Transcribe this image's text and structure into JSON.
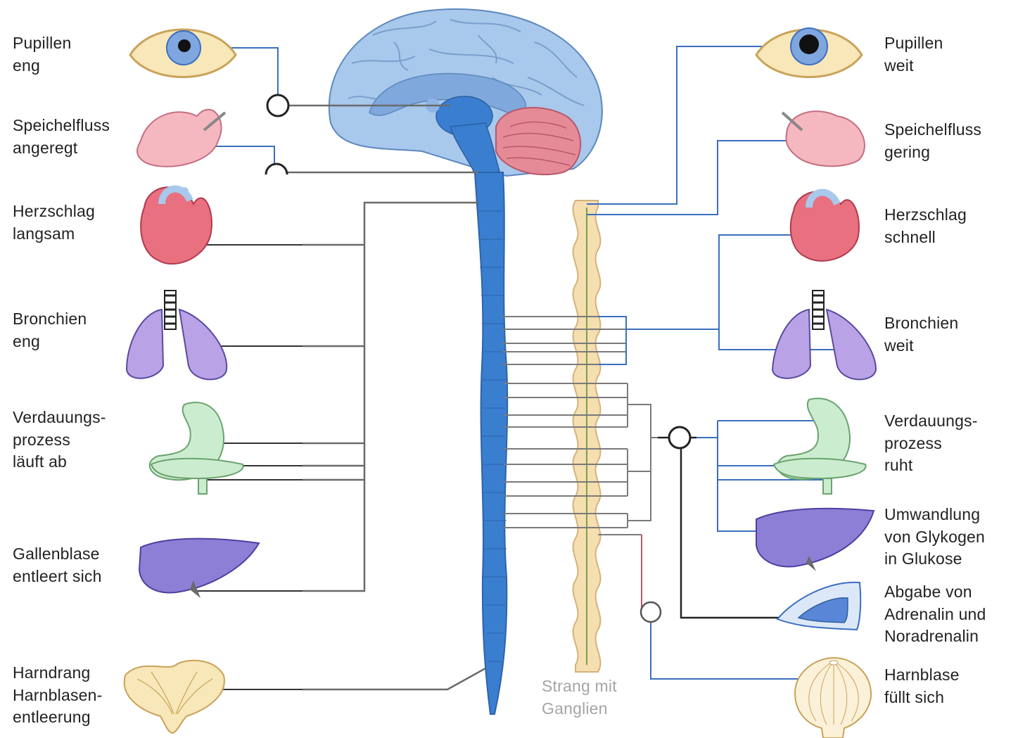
{
  "diagram": {
    "left_labels": {
      "pupillen": "Pupillen\neng",
      "speichel": "Speichelfluss\nangeregt",
      "herz": "Herzschlag\nlangsam",
      "bronchien": "Bronchien\neng",
      "verdauung": "Verdauungs-\nprozess\nläuft ab",
      "galle": "Gallenblase\nentleert sich",
      "harn": "Harndrang\nHarnblasen-\nentleerung"
    },
    "right_labels": {
      "pupillen": "Pupillen\nweit",
      "speichel": "Speichelfluss\ngering",
      "herz": "Herzschlag\nschnell",
      "bronchien": "Bronchien\nweit",
      "verdauung": "Verdauungs-\nprozess\nruht",
      "glykogen": "Umwandlung\nvon Glykogen\nin Glukose",
      "adrenalin": "Abgabe von\nAdrenalin und\nNoradrenalin",
      "harnblase": "Harnblase\nfüllt sich"
    },
    "caption": "Strang mit\nGanglien",
    "colors": {
      "parasympathetic_line": "#6a6a6a",
      "sympathetic_line": "#3a6fc0",
      "brain": "#a8c8ec",
      "spinal_cord": "#3a7ed0",
      "cerebellum": "#e58b98",
      "ganglion_chain": "#f5deb0"
    }
  }
}
